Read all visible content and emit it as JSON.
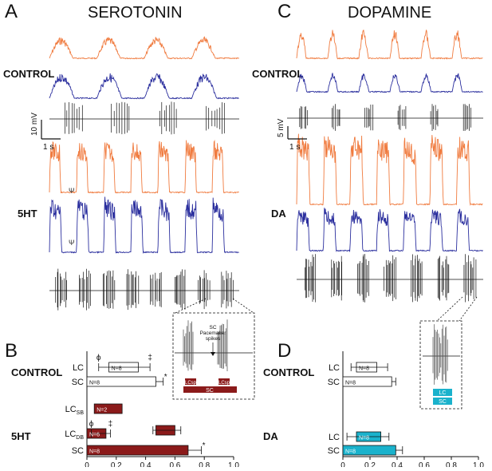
{
  "panels": {
    "A": {
      "letter": "A",
      "title": "SEROTONIN"
    },
    "B": {
      "letter": "B"
    },
    "C": {
      "letter": "C",
      "title": "DOPAMINE"
    },
    "D": {
      "letter": "D"
    }
  },
  "conditions": {
    "serotonin_control": "CONTROL",
    "serotonin_drug": "5HT",
    "dopamine_control": "CONTROL",
    "dopamine_drug": "DA"
  },
  "scale_bars": {
    "A": {
      "voltage": "10 mV",
      "time": "1 s"
    },
    "C": {
      "voltage": "5 mV",
      "time": "1 s"
    }
  },
  "trace_markers": {
    "psi": "Ψ"
  },
  "inset_A": {
    "annotation_line1": "SC",
    "annotation_line2": "Pacemaker",
    "annotation_line3": "spikes",
    "bar_lc_left": "LCsp",
    "bar_lc_right": "LCsp",
    "bar_sc": "SC"
  },
  "inset_C": {
    "bar_lc": "LC",
    "bar_sc": "SC"
  },
  "colors": {
    "orange": "#f07b3f",
    "blue": "#2b2f9e",
    "dark_red": "#8b1a1a",
    "cyan": "#1ab2cc",
    "black": "#111111"
  },
  "chart_data": [
    {
      "panel": "B",
      "type": "bar",
      "orientation": "horizontal",
      "xlim": [
        0,
        1.0
      ],
      "xticks": [
        "0",
        "0.2",
        "0.4",
        "0.6",
        "0.8",
        "1.0"
      ],
      "groups": [
        {
          "label": "CONTROL",
          "rows": [
            {
              "name": "LC",
              "sub": "",
              "start": 0.15,
              "end": 0.35,
              "err_low": 0.08,
              "err_high": 0.43,
              "n": "N=8",
              "filled": false,
              "markers": [
                "ϕ",
                "‡"
              ]
            },
            {
              "name": "SC",
              "sub": "",
              "start": 0.0,
              "end": 0.47,
              "err_high": 0.52,
              "n": "N=8",
              "filled": false,
              "markers": [
                "*"
              ]
            }
          ]
        },
        {
          "label": "5HT",
          "rows": [
            {
              "name": "LC",
              "sub": "SB",
              "start": 0.05,
              "end": 0.24,
              "n": "N=2",
              "filled": true
            },
            {
              "name": "LC",
              "sub": "DB",
              "start": 0.0,
              "end": 0.13,
              "err_low": 0.03,
              "err_high": 0.16,
              "n": "N=6",
              "filled": true,
              "markers": [
                "ϕ",
                "‡"
              ],
              "second_start": 0.47,
              "second_end": 0.6,
              "second_err_low": 0.45,
              "second_err_high": 0.64
            },
            {
              "name": "SC",
              "sub": "",
              "start": 0.0,
              "end": 0.69,
              "err_high": 0.78,
              "n": "N=8",
              "filled": true,
              "markers": [
                "*"
              ]
            }
          ]
        }
      ]
    },
    {
      "panel": "D",
      "type": "bar",
      "orientation": "horizontal",
      "xlim": [
        0,
        1.0
      ],
      "xticks": [
        "0",
        "0.2",
        "0.4",
        "0.6",
        "0.8",
        "1.0"
      ],
      "groups": [
        {
          "label": "CONTROL",
          "rows": [
            {
              "name": "LC",
              "sub": "",
              "start": 0.1,
              "end": 0.25,
              "err_low": 0.06,
              "err_high": 0.33,
              "n": "N=8",
              "filled": false
            },
            {
              "name": "SC",
              "sub": "",
              "start": 0.0,
              "end": 0.36,
              "err_high": 0.39,
              "n": "N=8",
              "filled": false
            }
          ]
        },
        {
          "label": "DA",
          "rows": [
            {
              "name": "LC",
              "sub": "",
              "start": 0.1,
              "end": 0.28,
              "err_low": 0.03,
              "err_high": 0.34,
              "n": "N=8",
              "filled": true
            },
            {
              "name": "SC",
              "sub": "",
              "start": 0.0,
              "end": 0.39,
              "err_high": 0.44,
              "n": "N=8",
              "filled": true
            }
          ]
        }
      ]
    }
  ]
}
